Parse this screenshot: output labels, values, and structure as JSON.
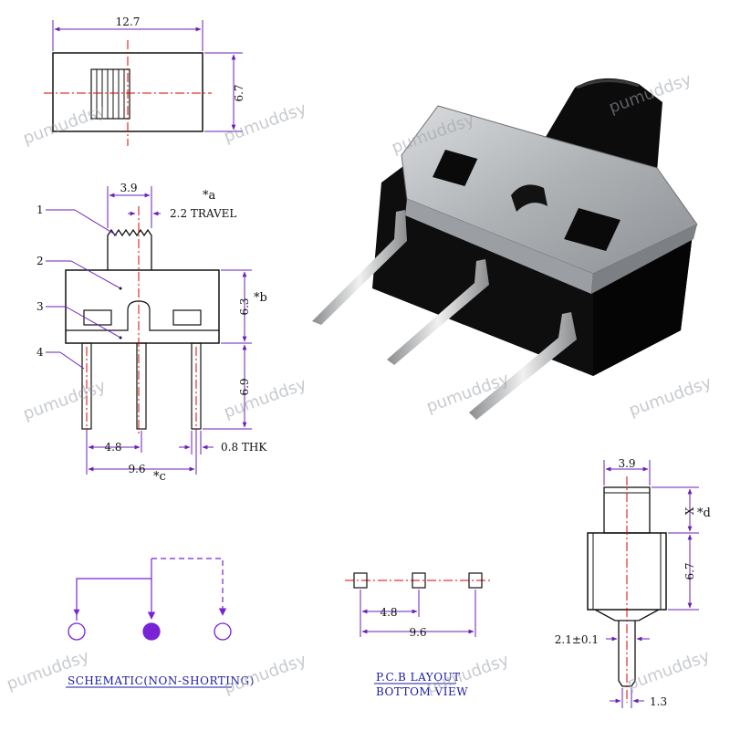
{
  "colors": {
    "outline": "#111111",
    "dimension_line": "#6a1fb5",
    "center_line": "#e00000",
    "schematic": "#7a22d6",
    "caption": "#1a1aa8",
    "watermark": "#9aa0a8",
    "body_plastic": "#111111",
    "metal_cover": "#b9bcbf"
  },
  "top_view": {
    "width_dim": "12.7",
    "height_dim": "6.7"
  },
  "side_view": {
    "actuator_width_dim": "3.9",
    "travel_dim": "2.2 TRAVEL",
    "travel_note": "*a",
    "body_height_dim": "6.3",
    "body_height_note": "*b",
    "pin_length_dim": "6.9",
    "pin_pitch_dim": "4.8",
    "pin_thickness_dim": "0.8 THK",
    "pin_span_dim": "9.6",
    "pin_span_note": "*c",
    "callouts": [
      "1",
      "2",
      "3",
      "4"
    ]
  },
  "end_view": {
    "actuator_width_dim": "3.9",
    "actuator_height_dim": "X",
    "actuator_height_note": "*d",
    "body_height_dim": "6.7",
    "pin_width_dim": "2.1±0.1",
    "pin_tip_dim": "1.3"
  },
  "schematic": {
    "caption": "SCHEMATIC(NON-SHORTING)"
  },
  "pcb_layout": {
    "pitch_dim": "4.8",
    "span_dim": "9.6",
    "caption_line1": "P.C.B LAYOUT",
    "caption_line2": "BOTTOM VIEW"
  },
  "watermark": {
    "text": "pumuddsy"
  }
}
